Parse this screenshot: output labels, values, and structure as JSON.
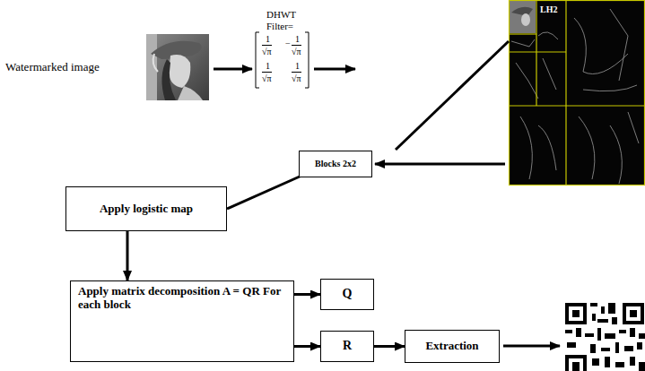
{
  "diagram": {
    "nodes": [
      {
        "text": [
          "Blocks 2x2"
        ]
      },
      {
        "text": [
          "Apply logistic map"
        ]
      },
      {
        "text": [
          "Apply matrix decomposition A = QR For each block"
        ]
      },
      {
        "text": [
          "Q"
        ]
      },
      {
        "text": [
          "R"
        ]
      },
      {
        "text": [
          "Extraction"
        ]
      }
    ],
    "edges": [
      {
        "from": 0,
        "to": 1,
        "arrow": "none"
      },
      {
        "from": 1,
        "to": 2,
        "arrow": "to"
      },
      {
        "from": 2,
        "to": 3,
        "arrow": "to"
      },
      {
        "from": 2,
        "to": 4,
        "arrow": "to"
      },
      {
        "from": 4,
        "to": 5,
        "arrow": "to"
      }
    ],
    "labels": [
      "Watermarked image",
      "DHWT",
      "Filter=",
      "1",
      "√π",
      "−",
      "1",
      "√π",
      "1",
      "√π",
      "1",
      "√π",
      "LH2"
    ]
  }
}
